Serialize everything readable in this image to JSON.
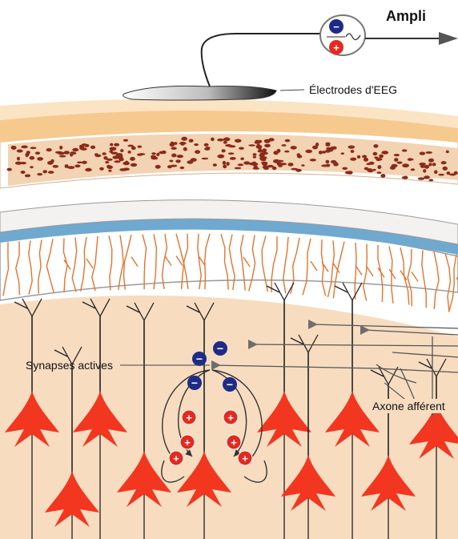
{
  "labels": {
    "amplifier": "Ampli",
    "electrodes": "Électrodes d'EEG",
    "active_synapses": "Synapses actives",
    "afferent_axon": "Axone afférent"
  },
  "charges": {
    "negative_symbol": "−",
    "positive_symbol": "+"
  },
  "colors": {
    "scalp": "#f6c98f",
    "skull_dots": "#8b2a1a",
    "csf_blue": "#6fa9cf",
    "vessels": "#e2742e",
    "cortex": "#f7dcc0",
    "neuron_red": "#f2361f",
    "negative": "#1e2b86",
    "positive": "#e42a20"
  }
}
